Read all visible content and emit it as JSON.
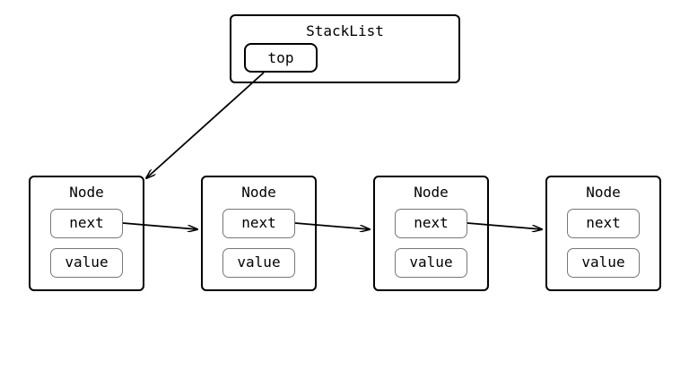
{
  "stack": {
    "title": "StackList",
    "field": "top"
  },
  "nodes": [
    {
      "title": "Node",
      "next": "next",
      "value": "value"
    },
    {
      "title": "Node",
      "next": "next",
      "value": "value"
    },
    {
      "title": "Node",
      "next": "next",
      "value": "value"
    },
    {
      "title": "Node",
      "next": "next",
      "value": "value"
    }
  ],
  "colors": {
    "border": "#000000",
    "field_border": "#777777",
    "background": "#ffffff"
  }
}
